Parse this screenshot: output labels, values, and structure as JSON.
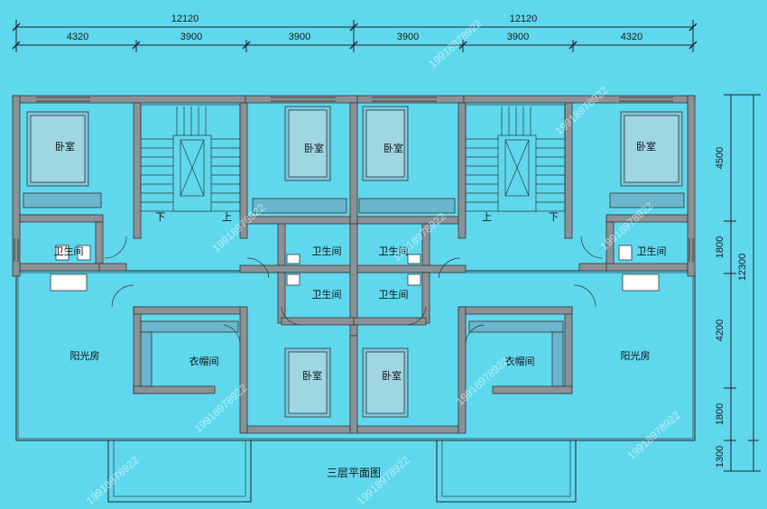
{
  "title": "三层平面图",
  "dimensions": {
    "top_total_left": "12120",
    "top_total_right": "12120",
    "top_segments": [
      "4320",
      "3900",
      "3900",
      "3900",
      "3900",
      "4320"
    ],
    "right_segments": [
      "4500",
      "1800",
      "4200",
      "1800",
      "1300"
    ],
    "right_total": "12300"
  },
  "rooms": {
    "bedroom": "卧室",
    "bathroom": "卫生间",
    "sunroom": "阳光房",
    "closet_left": "衣帽间",
    "closet_right": "衣帽间"
  },
  "stairs": {
    "down": "下",
    "up": "上"
  },
  "watermark": "19918978922",
  "colors": {
    "background": "#5fd8ee",
    "wall": "#8a9297",
    "line": "#222222"
  }
}
